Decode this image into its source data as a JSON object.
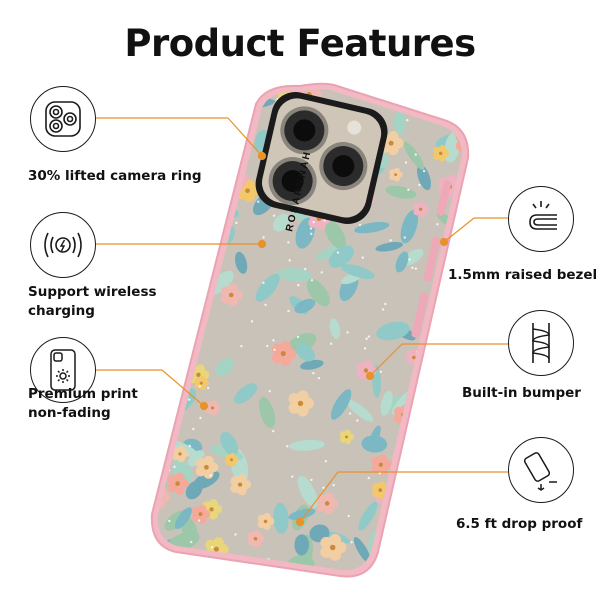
{
  "title": "Product Features",
  "brand_text": "ROSARNNAH",
  "colors": {
    "accent": "#e8922a",
    "case_pink": "#f2b9c4",
    "icon_stroke": "#1a1a1a"
  },
  "features_left": [
    {
      "icon": "camera-ring-icon",
      "lines": [
        "30% lifted camera ring"
      ]
    },
    {
      "icon": "wireless-charging-icon",
      "lines": [
        "Support wireless",
        "charging"
      ]
    },
    {
      "icon": "print-phone-icon",
      "lines": [
        "Premium print",
        "non-fading"
      ]
    }
  ],
  "features_right": [
    {
      "icon": "raised-bezel-icon",
      "lines": [
        "1.5mm raised bezel"
      ]
    },
    {
      "icon": "bumper-icon",
      "lines": [
        "Built-in bumper"
      ]
    },
    {
      "icon": "drop-proof-icon",
      "lines": [
        "6.5 ft drop proof"
      ]
    }
  ]
}
